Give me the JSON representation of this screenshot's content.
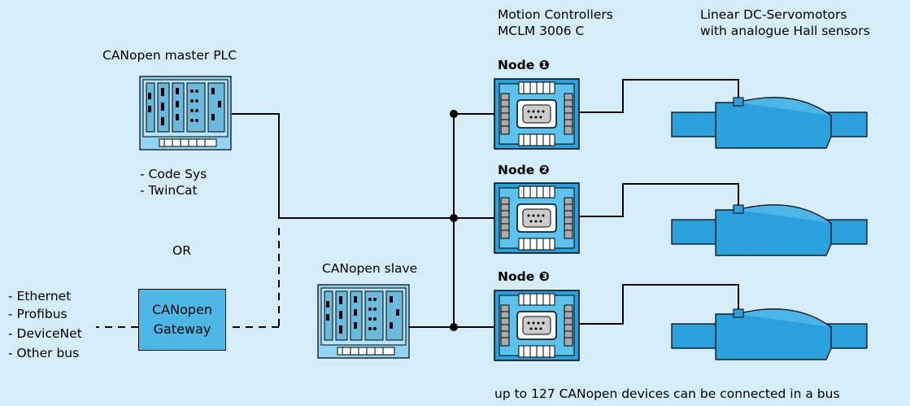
{
  "labels": {
    "motion_title_1": "Motion Controllers",
    "motion_title_2": "MCLM 3006 C",
    "motor_title_1": "Linear DC-Servomotors",
    "motor_title_2": "with analogue  Hall sensors",
    "master_title": "CANopen master PLC",
    "master_sw_1": "- Code Sys",
    "master_sw_2": "- TwinCat",
    "or": "OR",
    "slave_title": "CANopen slave",
    "gateway_1": "CANopen",
    "gateway_2": "Gateway",
    "bus_1": "- Ethernet",
    "bus_2": "- Profibus",
    "bus_3": "- DeviceNet",
    "bus_4": "- Other bus",
    "node_1": "Node ❶",
    "node_2": "Node ❷",
    "node_3": "Node ❸",
    "footer": "up to 127 CANopen devices can be connected in a bus"
  },
  "colors": {
    "background": "#d4edf9",
    "device_blue": "#4db8e6",
    "motor_blue": "#2aa0dc",
    "rack_blue": "#8fd4f2"
  }
}
